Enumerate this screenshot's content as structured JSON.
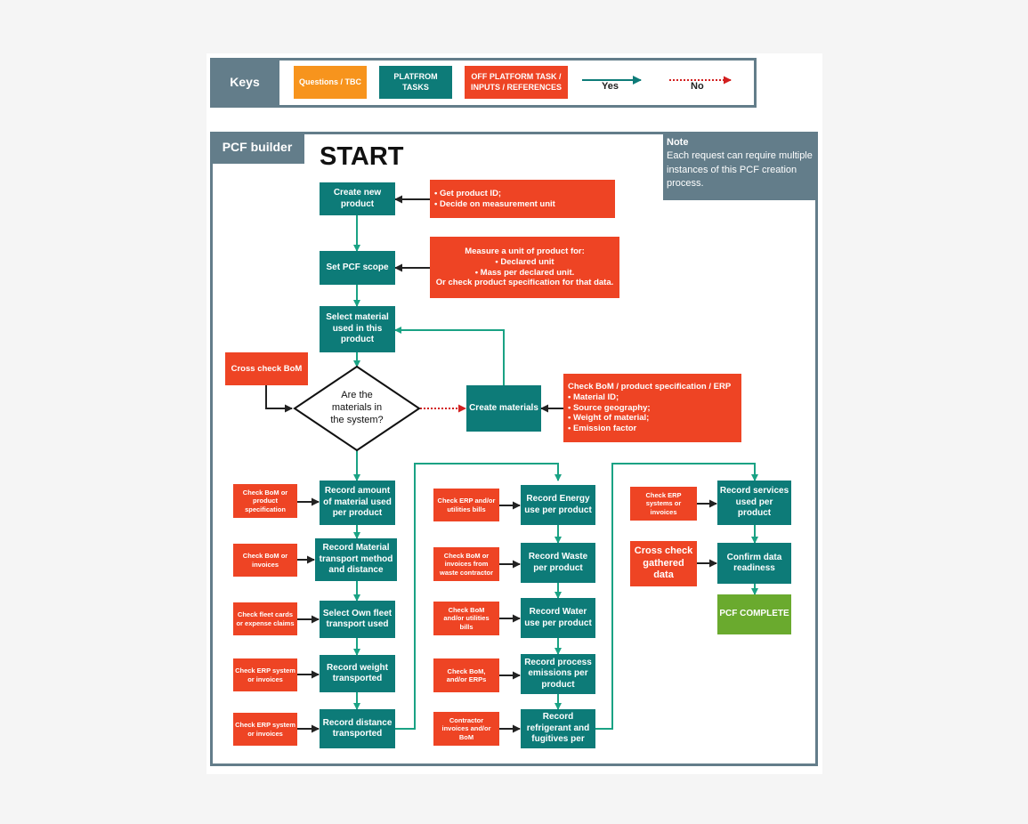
{
  "keys": {
    "title": "Keys",
    "questions": "Questions / TBC",
    "platform": "PLATFROM\nTASKS",
    "off_platform": "OFF PLATFORM TASK /\nINPUTS / REFERENCES",
    "yes": "Yes",
    "no": "No"
  },
  "builder": {
    "tab": "PCF builder",
    "start": "START",
    "note_title": "Note",
    "note_text": "Each request can require multiple instances of this PCF creation process."
  },
  "nodes": {
    "create_product": "Create new\nproduct",
    "get_id": "• Get product ID;\n• Decide on measurement unit",
    "set_scope": "Set PCF scope",
    "measure": "Measure a unit of product for:\n• Declared unit\n• Mass per declared unit.\nOr check product specification for that data.",
    "select_material": "Select material\nused in this\nproduct",
    "cross_check_bom": "Cross check BoM",
    "decision": "Are the\nmaterials in\nthe system?",
    "create_materials": "Create materials",
    "check_bom_spec": "Check BoM / product specification / ERP\n• Material ID;\n• Source geography;\n• Weight of material;\n• Emission factor",
    "c1_check1": "Check BoM or\nproduct\nspecification",
    "c1_task1": "Record amount\nof material used\nper product",
    "c1_check2": "Check BoM or\ninvoices",
    "c1_task2": "Record Material\ntransport method\nand distance",
    "c1_check3": "Check fleet cards\nor expense claims",
    "c1_task3": "Select Own fleet\ntransport used",
    "c1_check4": "Check ERP system\nor invoices",
    "c1_task4": "Record weight\ntransported",
    "c1_check5": "Check ERP system\nor invoices",
    "c1_task5": "Record distance\ntransported",
    "c2_check1": "Check ERP and/or\nutilities bills",
    "c2_task1": "Record Energy\nuse per product",
    "c2_check2": "Check BoM or\ninvoices from\nwaste contractor",
    "c2_task2": "Record Waste\nper product",
    "c2_check3": "Check BoM\nand/or utilities\nbills",
    "c2_task3": "Record Water\nuse per product",
    "c2_check4": "Check BoM,\nand/or ERPs",
    "c2_task4": "Record process\nemissions per\nproduct",
    "c2_check5": "Contractor\ninvoices and/or\nBoM",
    "c2_task5": "Record\nrefrigerant and\nfugitives per",
    "c3_check1": "Check ERP\nsystems or\ninvoices",
    "c3_task1": "Record services\nused per\nproduct",
    "c3_check2": "Cross check\ngathered\ndata",
    "c3_task2": "Confirm data\nreadiness",
    "c3_done": "PCF COMPLETE"
  },
  "colors": {
    "platform": "#0d7b78",
    "off_platform": "#ee4424",
    "question": "#f7941d",
    "complete": "#6aaa2e",
    "frame": "#637d8a",
    "yes_arrow": "#0d7b78",
    "no_arrow": "#d21f1f",
    "flow_line": "#1aa284"
  }
}
